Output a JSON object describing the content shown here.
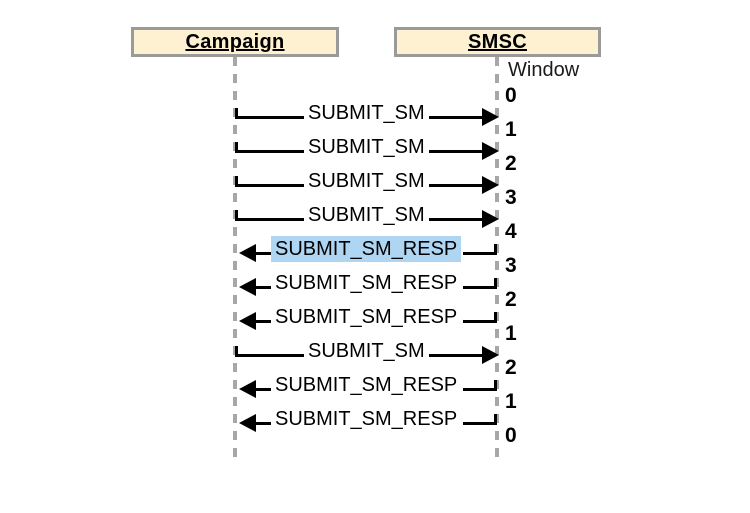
{
  "diagram": {
    "title": "SMPP window sequence diagram",
    "participants": [
      {
        "name": "campaign",
        "label": "Campaign"
      },
      {
        "name": "smsc",
        "label": "SMSC"
      }
    ],
    "window_column_header": "Window",
    "colors": {
      "participant_fill": "#fdf1d2",
      "participant_border": "#9a9a98",
      "lifeline": "#a7a7a7",
      "arrow": "#000000",
      "selection_highlight": "#aed5f2"
    },
    "messages": [
      {
        "label": "SUBMIT_SM",
        "direction": "left-to-right",
        "window_after": "0",
        "selected": false
      },
      {
        "label": "SUBMIT_SM",
        "direction": "left-to-right",
        "window_after": "1",
        "selected": false
      },
      {
        "label": "SUBMIT_SM",
        "direction": "left-to-right",
        "window_after": "2",
        "selected": false
      },
      {
        "label": "SUBMIT_SM",
        "direction": "left-to-right",
        "window_after": "3",
        "selected": false
      },
      {
        "label": "SUBMIT_SM_RESP",
        "direction": "right-to-left",
        "window_after": "4",
        "selected": true
      },
      {
        "label": "SUBMIT_SM_RESP",
        "direction": "right-to-left",
        "window_after": "3",
        "selected": false
      },
      {
        "label": "SUBMIT_SM_RESP",
        "direction": "right-to-left",
        "window_after": "2",
        "selected": false
      },
      {
        "label": "SUBMIT_SM",
        "direction": "left-to-right",
        "window_after": "1",
        "selected": false
      },
      {
        "label": "SUBMIT_SM_RESP",
        "direction": "right-to-left",
        "window_after": "2",
        "selected": false
      },
      {
        "label": "SUBMIT_SM_RESP",
        "direction": "right-to-left",
        "window_after": "1",
        "selected": false
      },
      {
        "label": "",
        "direction": "none",
        "window_after": "0",
        "selected": false
      }
    ]
  }
}
